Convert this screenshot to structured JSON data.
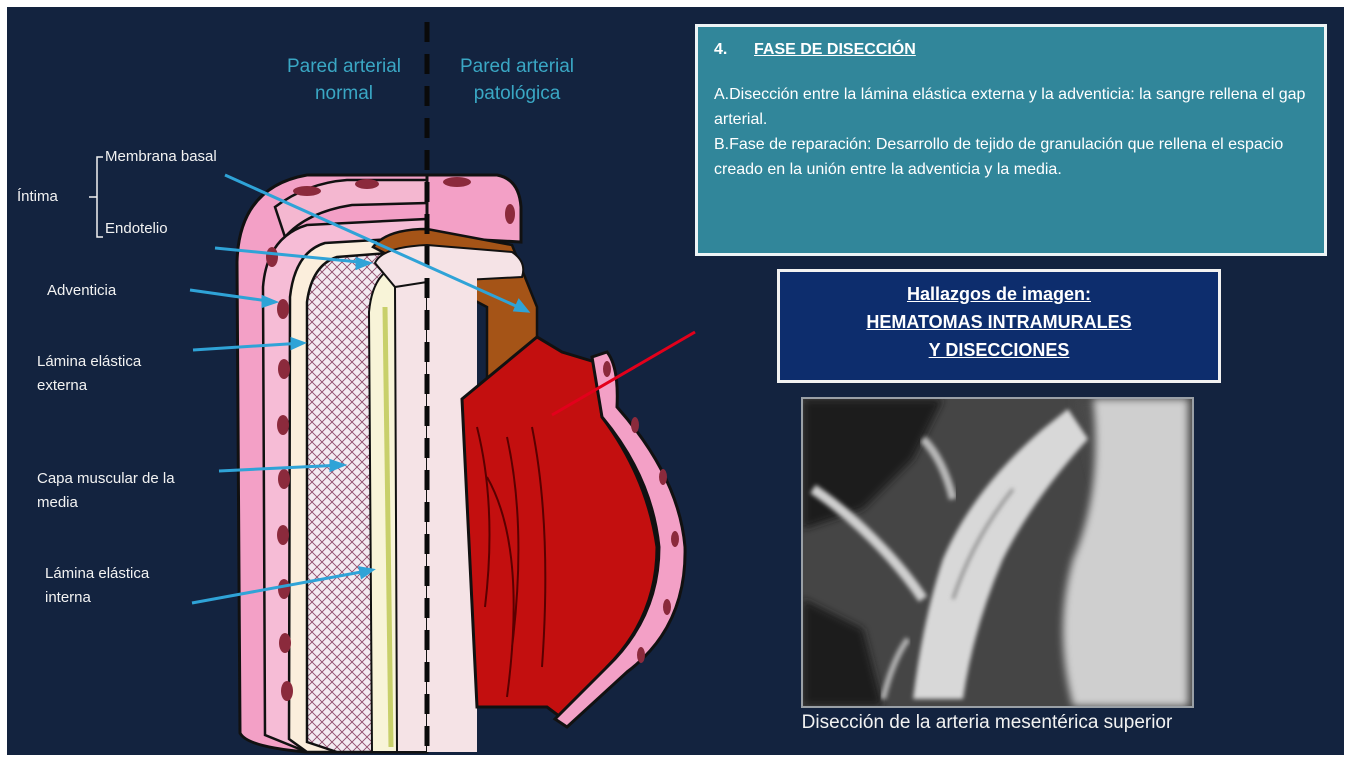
{
  "headers": {
    "normal": "Pared arterial normal",
    "pathologic": "Pared arterial patológica"
  },
  "labels": {
    "intima": "Íntima",
    "membrana_basal": "Membrana basal",
    "endotelio": "Endotelio",
    "adventicia": "Adventicia",
    "lamina_externa": "Lámina elástica externa",
    "capa_muscular": "Capa muscular de la media",
    "lamina_interna": "Lámina elástica interna"
  },
  "info": {
    "number": "4.",
    "title": "FASE DE DISECCIÓN",
    "para_a": "A.Disección entre la lámina elástica externa y la adventicia: la sangre rellena el gap arterial.",
    "para_b": "B.Fase de reparación: Desarrollo de tejido de granulación que rellena el espacio creado en la unión entre la adventicia y la media."
  },
  "findings": {
    "line1": "Hallazgos de imagen:",
    "line2": "HEMATOMAS INTRAMURALES",
    "line3": "Y DISECCIONES"
  },
  "caption": "Disección de la arteria mesentérica superior",
  "colors": {
    "background": "#13233f",
    "header_text": "#3aa7c4",
    "info_box": "#31869a",
    "findings_box": "#0d2d6d",
    "arrow_blue": "#2fa3d7",
    "arrow_red": "#e3001b"
  }
}
